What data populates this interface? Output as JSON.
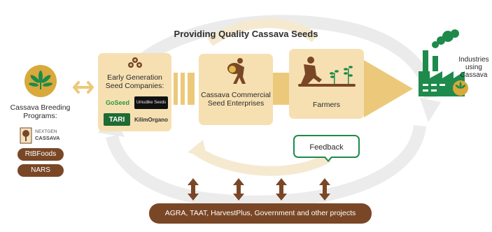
{
  "title": "Providing Quality Cassava Seeds",
  "breeding": {
    "label_line1": "Cassava Breeding",
    "label_line2": "Programs:",
    "nextgen_line1": "NEXTGEN",
    "nextgen_line2": "CASSAVA",
    "pills": [
      "RtBFoods",
      "NARS"
    ]
  },
  "egs": {
    "label_line1": "Early Generation",
    "label_line2": "Seed Companies:",
    "logos": [
      "GoSeed",
      "Umudike Seeds",
      "TARI",
      "KilimOrgano"
    ]
  },
  "commercial": {
    "label_line1": "Cassava Commercial",
    "label_line2": "Seed Enterprises"
  },
  "farmers": {
    "label": "Farmers"
  },
  "industries": {
    "label_line1": "Industries",
    "label_line2": "using",
    "label_line3": "Cassava"
  },
  "feedback": {
    "label": "Feedback"
  },
  "bottom": {
    "label": "AGRA, TAAT, HarvestPlus, Government and other projects"
  },
  "colors": {
    "box": "#f6e0b2",
    "brown": "#7a4726",
    "green": "#1e8a4c",
    "arrow": "#ecc97a",
    "grey_arrow": "#e6e6e6"
  },
  "icons": [
    "cassava-leaf-icon",
    "double-arrow-icon",
    "seed-pile-icon",
    "person-carrying-sack-icon",
    "farmer-planting-icon",
    "factory-icon",
    "vertical-double-arrow-icon"
  ]
}
